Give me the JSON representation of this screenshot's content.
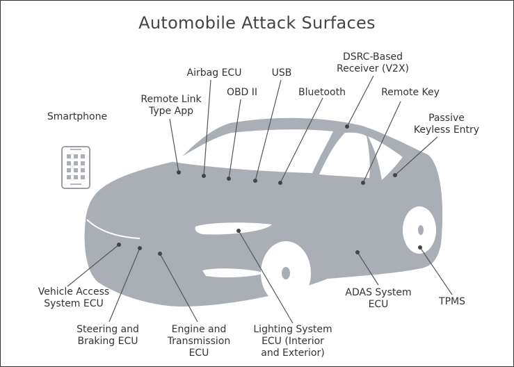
{
  "title": "Automobile Attack Surfaces",
  "colors": {
    "car_body": "#a9afb5",
    "window": "#ffffff",
    "line": "#555555",
    "text": "#333333"
  },
  "labels": {
    "smartphone": "Smartphone",
    "remote_link": "Remote Link\nType App",
    "airbag": "Airbag ECU",
    "obd": "OBD II",
    "usb": "USB",
    "bluetooth": "Bluetooth",
    "dsrc": "DSRC-Based\nReceiver (V2X)",
    "remote_key": "Remote Key",
    "passive_keyless": "Passive\nKeyless Entry",
    "vehicle_access": "Vehicle Access\nSystem ECU",
    "steering": "Steering and\nBraking ECU",
    "engine": "Engine and\nTransmission\nECU",
    "lighting": "Lighting System\nECU (Interior\nand Exterior)",
    "adas": "ADAS System\nECU",
    "tpms": "TPMS"
  }
}
